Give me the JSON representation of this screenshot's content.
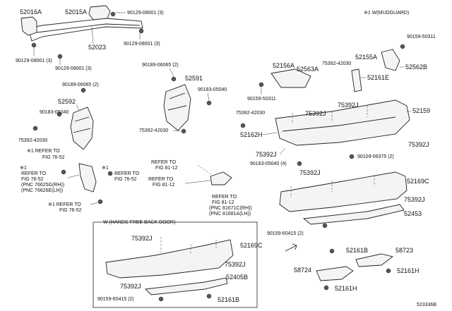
{
  "note_top": "※1  W(MUDGUARD)",
  "footer_code": "523336B",
  "box_title": "W (HANDS FREE BACK DOOR)",
  "labels": {
    "p52016A": "52016A",
    "p52015A": "52015A",
    "p90129_08001_3a": "90129-08001 (3)",
    "p90129_08001_3b": "90129-08001 (3)",
    "p90129_08001_3c": "90129-08001 (3)",
    "p90129_08001_3d": "90129-08001 (3)",
    "p52023": "52023",
    "p90189_06065_2a": "90189-06065 (2)",
    "p52591": "52591",
    "p90183_05040a": "90183-05040",
    "p75392_42030a": "75392-42030",
    "p90189_06065_2b": "90189-06065 (2)",
    "p52592": "52592",
    "p90183_05040b": "90183-05040",
    "p75392_42030b": "75392-42030",
    "p90159_50311a": "90159-50311",
    "p52155A": "52155A",
    "p52562B": "52562B",
    "p52156A": "52156A",
    "p52563A": "52563A",
    "p75392_42030c": "75392-42030",
    "p52161E": "52161E",
    "p90159_50311b": "90159-50311",
    "p75392Ja": "75392J",
    "p52159": "52159",
    "p75392_42030d": "75392-42030",
    "p75392Jb": "75392J",
    "p52162H": "52162H",
    "p75392Jc": "75392J",
    "p75392Jd": "75392J",
    "p90109_06375_2": "90109-06375 (2)",
    "p90183_05040_4": "90183-05040 (4)",
    "p75392Je": "75392J",
    "p52169C": "52169C",
    "p75392Jf": "75392J",
    "p52453": "52453",
    "p90159_60415_2a": "90159-60415 (2)",
    "p52161Ba": "52161B",
    "p58723": "58723",
    "p58724": "58724",
    "p52161Ha": "52161H",
    "p52161Hb": "52161H",
    "p75392Jg": "75392J",
    "p52169Cb": "52169C",
    "p75392Jh": "75392J",
    "p52405B": "52405B",
    "p75392Ji": "75392J",
    "p90159_60415_2b": "90159-60415 (2)",
    "p52161Bb": "52161B"
  },
  "refs": {
    "r1_mark": "※1 REFER TO",
    "r1_fig": "FIG 76-52",
    "r2_mark": "※1",
    "r2_a": "REFER TO",
    "r2_b": "FIG 76-52",
    "r2_c": "(PNC 76625G(RH))",
    "r2_d": "(PNC 76626E(LH))",
    "r3_mark": "※1",
    "r3_a": "REFER TO",
    "r3_b": "FIG 76-52",
    "r4_mark": "※1 REFER TO",
    "r4_fig": "FIG 76-52",
    "r5_a": "REFER TO",
    "r5_b": "FIG 81-12",
    "r6_a": "REFER TO",
    "r6_b": "FIG 81-12",
    "r7_a": "REFER TO",
    "r7_b": "FIG 81-12",
    "r7_c": "(PNC 81671C(RH))",
    "r7_d": "(PNC 81681A(LH))"
  }
}
